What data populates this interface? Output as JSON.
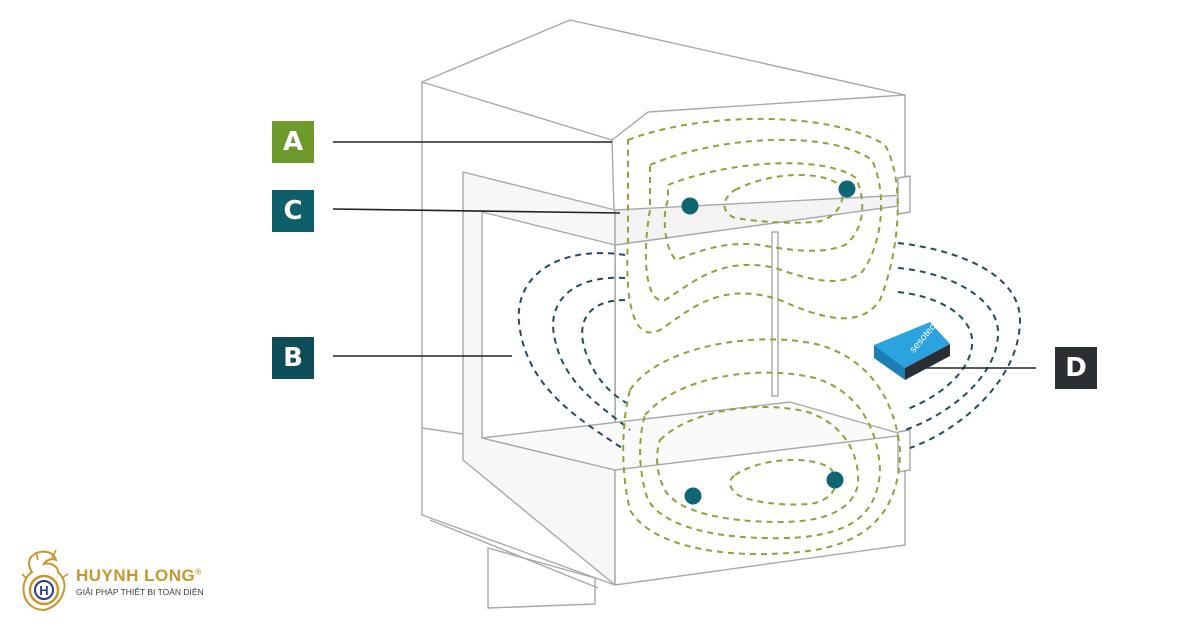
{
  "labels": {
    "a": {
      "text": "A",
      "color": "#6e9a2c"
    },
    "b": {
      "text": "B",
      "color": "#0e4c5a"
    },
    "c": {
      "text": "C",
      "color": "#0e5f6a"
    },
    "d": {
      "text": "D",
      "color": "#2b2f33"
    }
  },
  "device": {
    "brand": "sesotec",
    "color": "#2aa3de"
  },
  "colors": {
    "outline": "#a8a8a8",
    "green_field": "#8aa33b",
    "blue_field": "#1f4e63",
    "coil": "#0f6673",
    "leader": "#222222"
  },
  "logo": {
    "name": "HUYNH LONG",
    "registered": "®",
    "slogan": "GIẢI PHÁP THIẾT BỊ TOÀN DIỆN",
    "emblem_letter": "H",
    "color": "#c9962d"
  }
}
